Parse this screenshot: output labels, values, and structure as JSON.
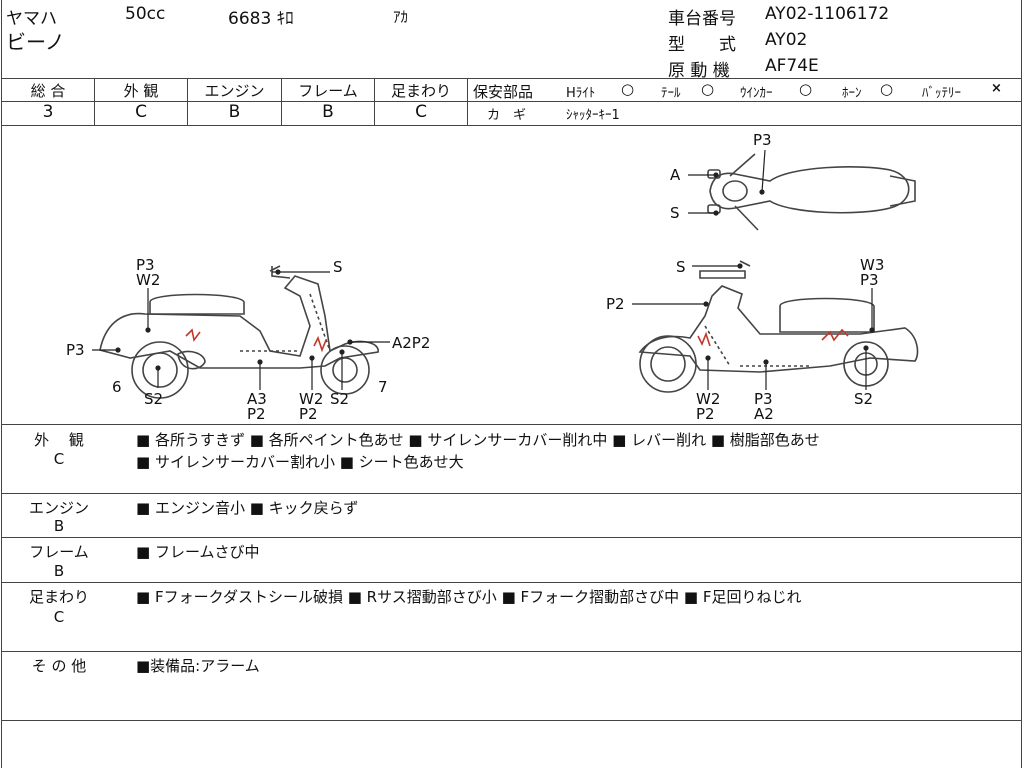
{
  "header": {
    "maker": "ヤマハ",
    "displacement": "50cc",
    "mileage": "6683 ｷﾛ",
    "color": "ｱｶ",
    "model_name": "ビーノ",
    "frame_no_label": "車台番号",
    "frame_no": "AY02-1106172",
    "type_label": "型　　式",
    "type": "AY02",
    "engine_label": "原 動 機",
    "engine": "AF74E"
  },
  "grades": {
    "overall_label": "総 合",
    "overall": "3",
    "exterior_label": "外 観",
    "exterior": "C",
    "engine_label": "エンジン",
    "engine": "B",
    "frame_label": "フレーム",
    "frame": "B",
    "suspension_label": "足まわり",
    "suspension": "C"
  },
  "safety": {
    "label": "保安部品",
    "headlight": "Hﾗｲﾄ",
    "taillight": "ﾃｰﾙ",
    "winker": "ｳｲﾝｶｰ",
    "horn": "ﾎｰﾝ",
    "battery": "ﾊﾞｯﾃﾘｰ",
    "key_label": "カ　ギ",
    "key_value": "ｼｬｯﾀｰｷｰ1",
    "mark_ok": "○",
    "mark_ng": "×"
  },
  "diagram": {
    "top_labels": [
      "P3",
      "A",
      "S"
    ],
    "left_labels": [
      "P3",
      "W2",
      "S",
      "P3",
      "A2P2",
      "6",
      "S2",
      "A3",
      "P2",
      "W2",
      "P2",
      "S2",
      "7"
    ],
    "right_labels": [
      "S",
      "W3",
      "P3",
      "P2",
      "W2",
      "P2",
      "P3",
      "A2",
      "S2"
    ]
  },
  "sections": [
    {
      "label": "外　 観",
      "grade": "C",
      "lines": [
        "■ 各所うすきず ■ 各所ペイント色あせ ■ サイレンサーカバー削れ中 ■ レバー削れ ■ 樹脂部色あせ",
        "■ サイレンサーカバー割れ小 ■ シート色あせ大"
      ]
    },
    {
      "label": "エンジン",
      "grade": "B",
      "lines": [
        "■ エンジン音小 ■ キック戻らず"
      ]
    },
    {
      "label": "フレーム",
      "grade": "B",
      "lines": [
        "■ フレームさび中"
      ]
    },
    {
      "label": "足まわり",
      "grade": "C",
      "lines": [
        "■ Fフォークダストシール破損 ■ Rサス摺動部さび小 ■ Fフォーク摺動部さび中 ■ F足回りねじれ"
      ]
    },
    {
      "label": "そ の 他",
      "grade": "",
      "lines": [
        "■装備品:アラーム"
      ]
    }
  ]
}
